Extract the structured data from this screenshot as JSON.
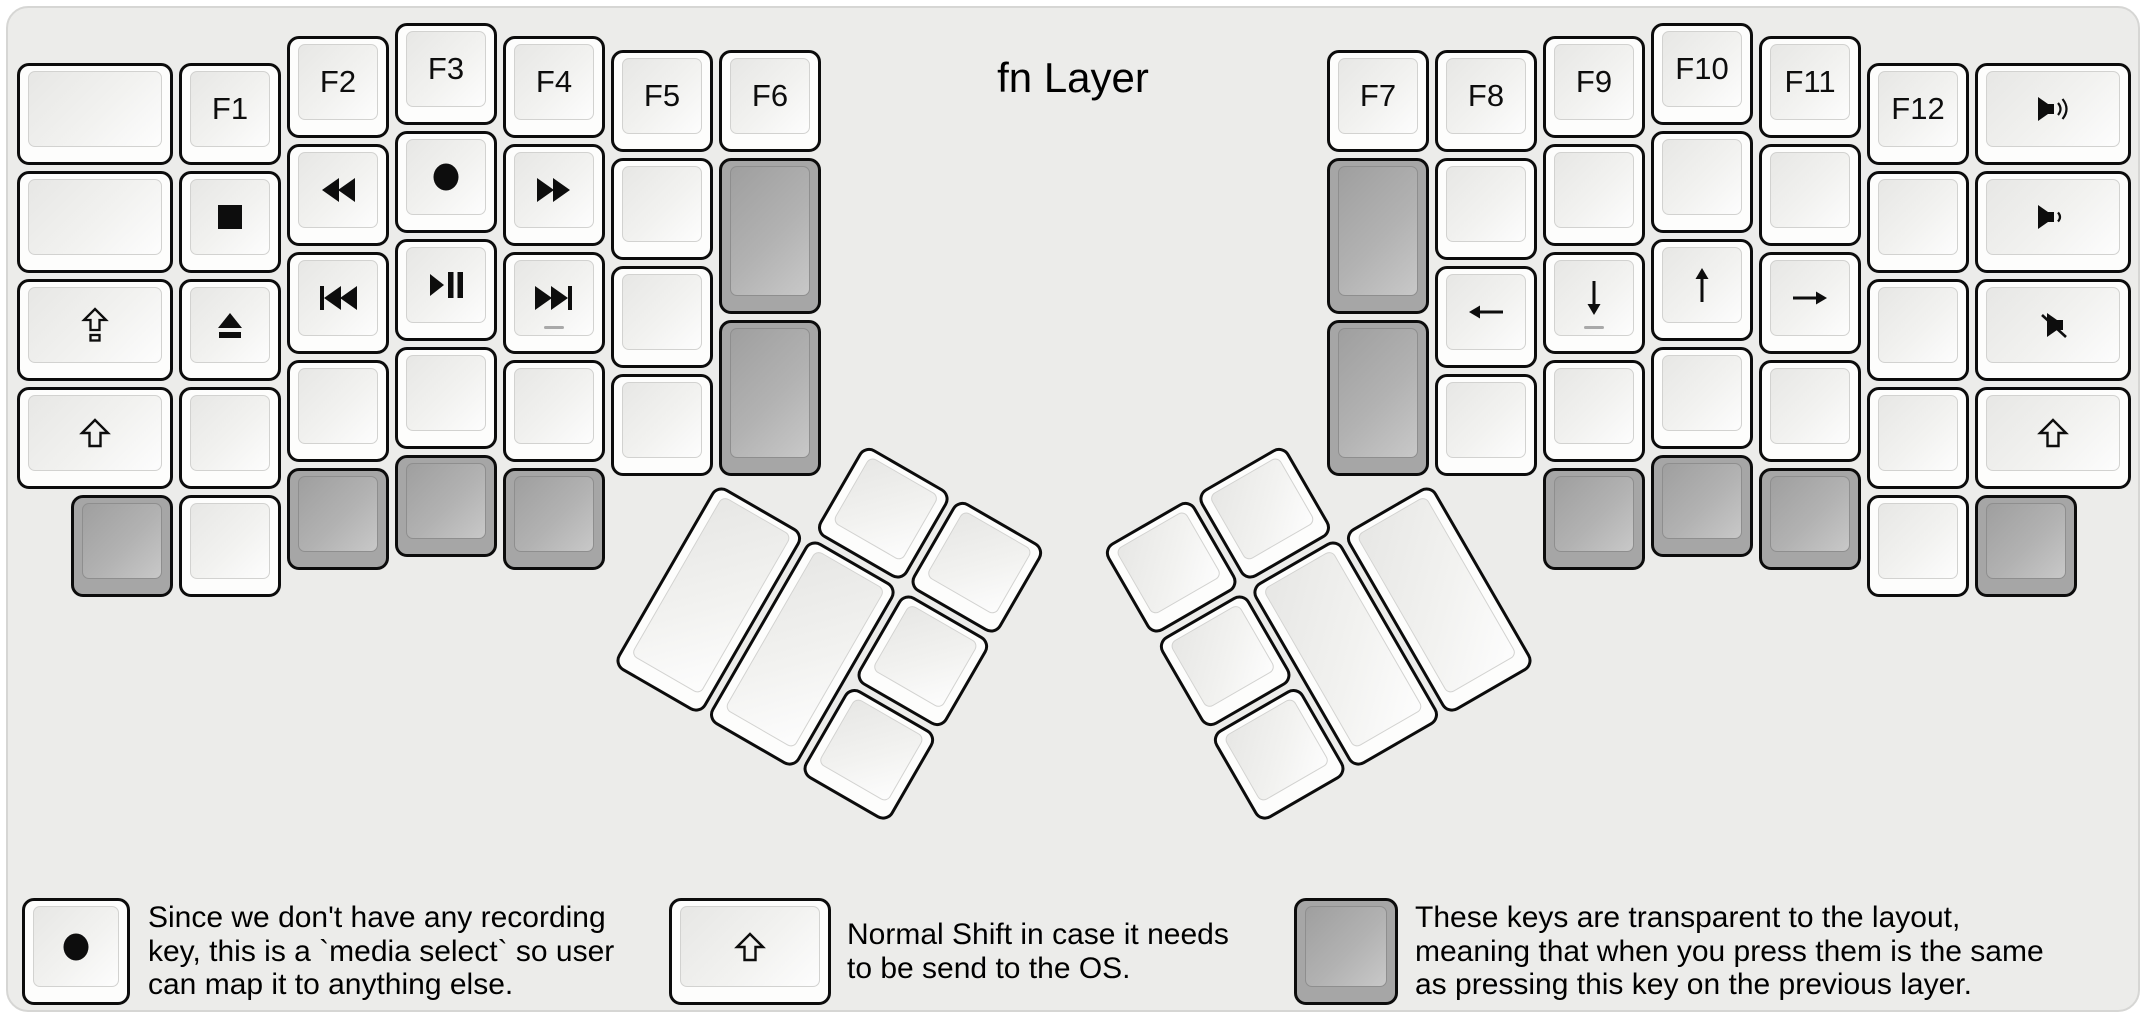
{
  "title": "fn Layer",
  "colors": {
    "panel_bg": "#ececea",
    "panel_border": "#d6d6d4",
    "key_white": "#fdfdfc",
    "key_transparent_gray": "#a6a6a6",
    "key_border": "#0c0c0c",
    "text": "#000000",
    "homing_dash": "#a9a9a9"
  },
  "keyboard": {
    "left_main": [
      {
        "name": "blank",
        "type": "blank",
        "style": "white"
      },
      {
        "name": "blank",
        "type": "blank",
        "style": "white"
      },
      {
        "name": "caps-lock",
        "type": "icon",
        "value": "caps-lock",
        "style": "white"
      },
      {
        "name": "shift-left",
        "type": "icon",
        "value": "shift",
        "style": "white"
      },
      {
        "name": "f1",
        "type": "label",
        "value": "F1",
        "style": "white"
      },
      {
        "name": "stop",
        "type": "icon",
        "value": "stop",
        "style": "white"
      },
      {
        "name": "eject",
        "type": "icon",
        "value": "eject",
        "style": "white"
      },
      {
        "name": "blank",
        "type": "blank",
        "style": "white"
      },
      {
        "name": "f2",
        "type": "label",
        "value": "F2",
        "style": "white"
      },
      {
        "name": "rewind",
        "type": "icon",
        "value": "rewind",
        "style": "white"
      },
      {
        "name": "prev-track",
        "type": "icon",
        "value": "prev-track",
        "style": "white"
      },
      {
        "name": "blank",
        "type": "blank",
        "style": "white"
      },
      {
        "name": "f3",
        "type": "label",
        "value": "F3",
        "style": "white"
      },
      {
        "name": "record",
        "type": "icon",
        "value": "record",
        "style": "white"
      },
      {
        "name": "play-pause",
        "type": "icon",
        "value": "play-pause",
        "style": "white"
      },
      {
        "name": "blank",
        "type": "blank",
        "style": "white"
      },
      {
        "name": "f4",
        "type": "label",
        "value": "F4",
        "style": "white"
      },
      {
        "name": "fast-forward",
        "type": "icon",
        "value": "fast-forward",
        "style": "white"
      },
      {
        "name": "next-track",
        "type": "icon",
        "value": "next-track",
        "style": "white",
        "homing": true
      },
      {
        "name": "blank",
        "type": "blank",
        "style": "white"
      },
      {
        "name": "f5",
        "type": "label",
        "value": "F5",
        "style": "white"
      },
      {
        "name": "blank",
        "type": "blank",
        "style": "white"
      },
      {
        "name": "blank",
        "type": "blank",
        "style": "white"
      },
      {
        "name": "blank",
        "type": "blank",
        "style": "white"
      },
      {
        "name": "f6",
        "type": "label",
        "value": "F6",
        "style": "white"
      },
      {
        "name": "transparent",
        "type": "blank",
        "style": "transparent"
      },
      {
        "name": "transparent",
        "type": "blank",
        "style": "transparent"
      },
      {
        "name": "transparent",
        "type": "blank",
        "style": "transparent"
      },
      {
        "name": "blank",
        "type": "blank",
        "style": "white"
      },
      {
        "name": "transparent",
        "type": "blank",
        "style": "transparent"
      },
      {
        "name": "transparent",
        "type": "blank",
        "style": "transparent"
      },
      {
        "name": "transparent",
        "type": "blank",
        "style": "transparent"
      }
    ],
    "right_main": [
      {
        "name": "f7",
        "type": "label",
        "value": "F7",
        "style": "white"
      },
      {
        "name": "transparent",
        "type": "blank",
        "style": "transparent"
      },
      {
        "name": "transparent",
        "type": "blank",
        "style": "transparent"
      },
      {
        "name": "f8",
        "type": "label",
        "value": "F8",
        "style": "white"
      },
      {
        "name": "blank",
        "type": "blank",
        "style": "white"
      },
      {
        "name": "arrow-left",
        "type": "icon",
        "value": "arrow-left",
        "style": "white"
      },
      {
        "name": "blank",
        "type": "blank",
        "style": "white"
      },
      {
        "name": "f9",
        "type": "label",
        "value": "F9",
        "style": "white"
      },
      {
        "name": "blank",
        "type": "blank",
        "style": "white"
      },
      {
        "name": "arrow-down",
        "type": "icon",
        "value": "arrow-down",
        "style": "white",
        "homing": true
      },
      {
        "name": "blank",
        "type": "blank",
        "style": "white"
      },
      {
        "name": "f10",
        "type": "label",
        "value": "F10",
        "style": "white"
      },
      {
        "name": "blank",
        "type": "blank",
        "style": "white"
      },
      {
        "name": "arrow-up",
        "type": "icon",
        "value": "arrow-up",
        "style": "white"
      },
      {
        "name": "blank",
        "type": "blank",
        "style": "white"
      },
      {
        "name": "f11",
        "type": "label",
        "value": "F11",
        "style": "white"
      },
      {
        "name": "blank",
        "type": "blank",
        "style": "white"
      },
      {
        "name": "arrow-right",
        "type": "icon",
        "value": "arrow-right",
        "style": "white"
      },
      {
        "name": "blank",
        "type": "blank",
        "style": "white"
      },
      {
        "name": "f12",
        "type": "label",
        "value": "F12",
        "style": "white"
      },
      {
        "name": "blank",
        "type": "blank",
        "style": "white"
      },
      {
        "name": "blank",
        "type": "blank",
        "style": "white"
      },
      {
        "name": "blank",
        "type": "blank",
        "style": "white"
      },
      {
        "name": "volume-up",
        "type": "icon",
        "value": "volume-up",
        "style": "white"
      },
      {
        "name": "volume-down",
        "type": "icon",
        "value": "volume-down",
        "style": "white"
      },
      {
        "name": "mute",
        "type": "icon",
        "value": "mute",
        "style": "white"
      },
      {
        "name": "shift-right",
        "type": "icon",
        "value": "shift",
        "style": "white"
      },
      {
        "name": "transparent",
        "type": "blank",
        "style": "transparent"
      },
      {
        "name": "transparent",
        "type": "blank",
        "style": "transparent"
      },
      {
        "name": "transparent",
        "type": "blank",
        "style": "transparent"
      },
      {
        "name": "blank",
        "type": "blank",
        "style": "white"
      },
      {
        "name": "transparent",
        "type": "blank",
        "style": "transparent"
      }
    ],
    "left_thumb": [
      {
        "name": "thumb-blank",
        "type": "blank",
        "style": "white"
      },
      {
        "name": "thumb-blank",
        "type": "blank",
        "style": "white"
      },
      {
        "name": "thumb-blank",
        "type": "blank",
        "style": "white"
      },
      {
        "name": "thumb-blank",
        "type": "blank",
        "style": "white"
      },
      {
        "name": "thumb-blank",
        "type": "blank",
        "style": "white"
      },
      {
        "name": "thumb-blank",
        "type": "blank",
        "style": "white"
      }
    ],
    "right_thumb": [
      {
        "name": "thumb-blank",
        "type": "blank",
        "style": "white"
      },
      {
        "name": "thumb-blank",
        "type": "blank",
        "style": "white"
      },
      {
        "name": "thumb-blank",
        "type": "blank",
        "style": "white"
      },
      {
        "name": "thumb-blank",
        "type": "blank",
        "style": "white"
      },
      {
        "name": "thumb-blank",
        "type": "blank",
        "style": "white"
      },
      {
        "name": "thumb-blank",
        "type": "blank",
        "style": "white"
      }
    ]
  },
  "legend": [
    {
      "icon": "record",
      "key_style": "white",
      "lines": [
        "Since we don't have any recording",
        "key, this is a `media select` so user",
        "can map it to anything else."
      ]
    },
    {
      "icon": "shift",
      "key_style": "white",
      "lines": [
        "Normal Shift in case it needs",
        "to be send to the OS."
      ]
    },
    {
      "icon": null,
      "key_style": "transparent",
      "lines": [
        "These keys are transparent to the layout,",
        "meaning that when you press them is the same",
        "as pressing this key on the previous layer."
      ]
    }
  ]
}
